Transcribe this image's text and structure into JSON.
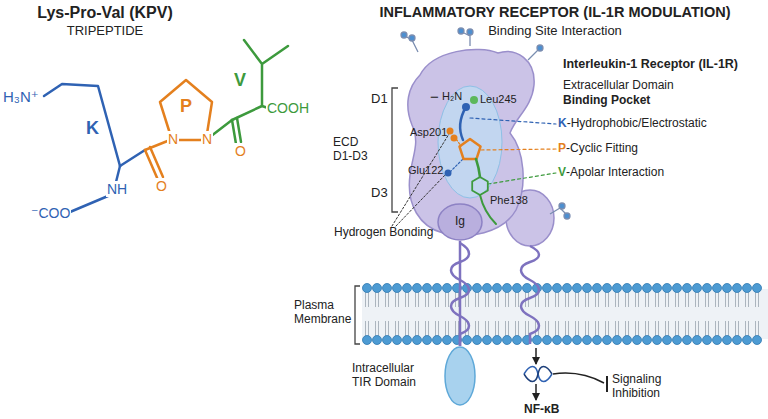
{
  "diagram": {
    "nodes": [
      {
        "text": [
          "Interleukin-1 Receptor (IL-1R)"
        ]
      },
      {
        "text": [
          "Ig"
        ]
      },
      {
        "text": [
          "Plasma Membrane"
        ]
      },
      {
        "text": [
          "Intracellular TIR Domain"
        ]
      }
    ],
    "edges": [
      {
        "from": 1,
        "to": 3,
        "arrow": "none"
      }
    ],
    "labels": [
      "Lys-Pro-Val (KPV)",
      "TRIPEPTIDE",
      "H₃N⁺",
      "K",
      "P",
      "N",
      "N",
      "V",
      "O",
      "O",
      "NH",
      "⁻COO",
      "COOH",
      "INFLAMMATORY RECEPTOR (IL-1R MODULATION)",
      "Binding Site Interaction",
      "D1",
      "−",
      "H₂N",
      "Leu245",
      "Extracellular Domain",
      "Binding Pocket",
      "ECD D1-D3",
      "Asp201",
      "Glu122",
      "K-Hydrophobic/Electrostatic",
      "P-Cyclic Fitting",
      "V-Apolar Interaction",
      "D3",
      "Phe138",
      "Hydrogen Bonding",
      "NF-κB",
      "Signaling Inhibition"
    ]
  }
}
